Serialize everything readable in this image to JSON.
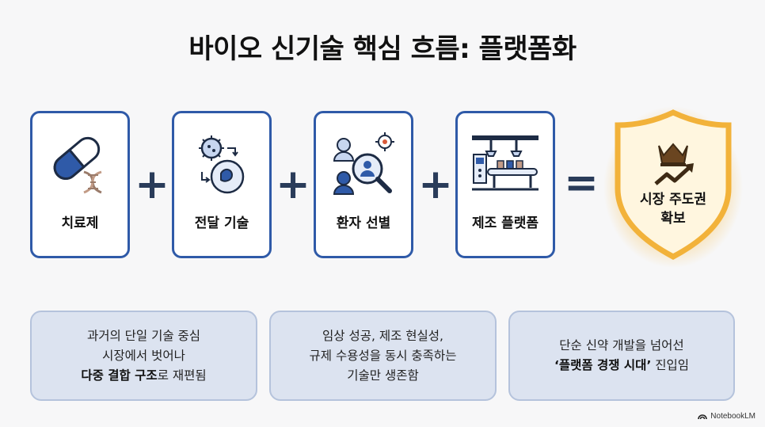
{
  "title": "바이오 신기술 핵심 흐름: 플랫폼화",
  "cards": [
    {
      "label": "치료제",
      "icon": "capsule-dna-icon"
    },
    {
      "label": "전달 기술",
      "icon": "virus-cell-delivery-icon"
    },
    {
      "label": "환자 선별",
      "icon": "patient-search-icon"
    },
    {
      "label": "제조 플랫폼",
      "icon": "factory-robot-icon"
    }
  ],
  "operators": {
    "plus": "+",
    "equals": "="
  },
  "result": {
    "line1": "시장 주도권",
    "line2": "확보",
    "icon": "crown-growth-shield-icon",
    "color": "#f2b23a"
  },
  "notes": [
    {
      "line1": "과거의 단일 기술 중심",
      "line2": "시장에서 벗어나",
      "line3_bold": "다중 결합 구조",
      "line3_rest": "로 재편됨"
    },
    {
      "line1": "임상 성공, 제조 현실성,",
      "line2": "규제 수용성을 동시 충족하는",
      "line3": "기술만 생존함"
    },
    {
      "line1": "단순 신약 개발을 넘어선",
      "line2_bold": "‘플랫폼 경쟁 시대’",
      "line2_rest": " 진입임"
    }
  ],
  "brand": "NotebookLM",
  "colors": {
    "card_border": "#2f5aa8",
    "note_bg": "#dce3f0",
    "accent_gold": "#f2b23a"
  }
}
